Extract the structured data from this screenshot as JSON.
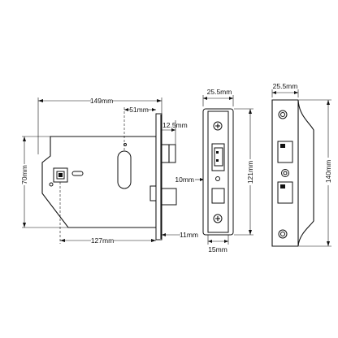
{
  "dimensions": {
    "body_length": "149mm",
    "backset": "51mm",
    "latch_projection": "12.5mm",
    "body_height": "70mm",
    "handle_centre": "127mm",
    "faceplate_thickness": "11mm",
    "latch_gap": "10mm",
    "forend_width": "25.5mm",
    "forend_height": "121mm",
    "forend_strip": "15mm",
    "strike_width": "25.5mm",
    "strike_height": "140mm"
  }
}
